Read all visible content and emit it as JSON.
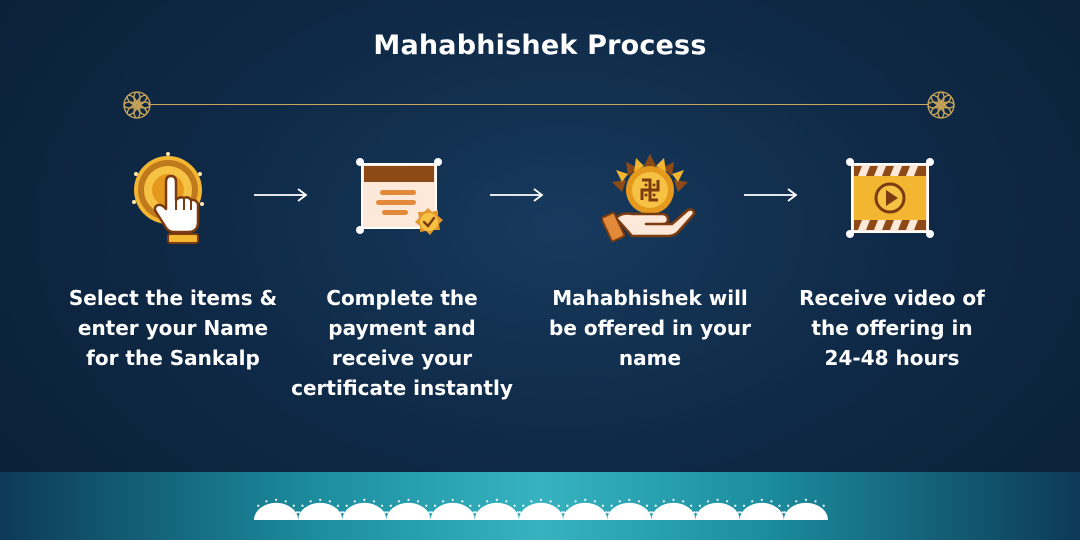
{
  "title": "Mahabhishek Process",
  "colors": {
    "background": "#0f2a47",
    "gold": "#c9a65a",
    "accent_yellow": "#f2b630",
    "accent_brown": "#8e4a16",
    "band_teal": "#2aa9b8"
  },
  "steps": [
    {
      "icon": "hand-tap-icon",
      "text": "Select the items &\nenter your Name\nfor the Sankalp"
    },
    {
      "icon": "certificate-icon",
      "text": "Complete the\npayment and\nreceive your\ncertificate instantly"
    },
    {
      "icon": "offering-hand-icon",
      "text": "Mahabhishek will\nbe offered in your\nname"
    },
    {
      "icon": "video-play-icon",
      "text": "Receive video of\nthe offering in\n24-48 hours"
    }
  ]
}
